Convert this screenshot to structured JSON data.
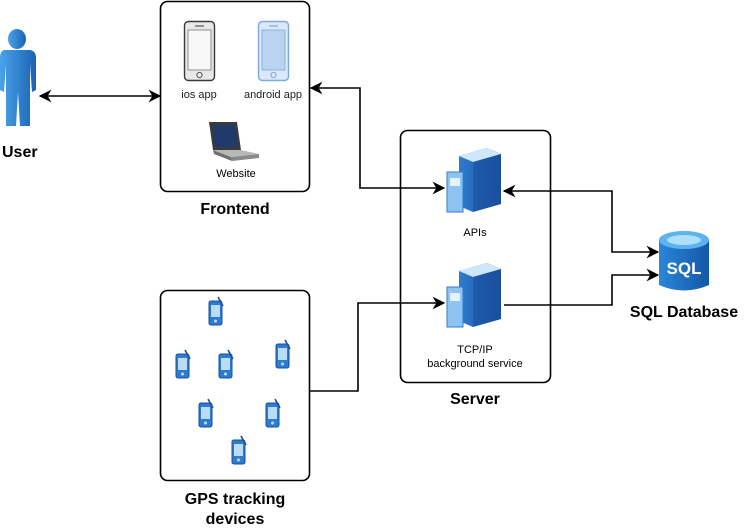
{
  "user": {
    "label": "User"
  },
  "frontend": {
    "title": "Frontend",
    "ios_label": "ios app",
    "android_label": "android app",
    "website_label": "Website"
  },
  "server": {
    "title": "Server",
    "apis_label": "APIs",
    "tcp_label_line1": "TCP/IP",
    "tcp_label_line2": "background service"
  },
  "gps": {
    "title_line1": "GPS tracking",
    "title_line2": "devices"
  },
  "database": {
    "label": "SQL Database",
    "icon_text": "SQL"
  },
  "colors": {
    "box_stroke": "#000000",
    "server_blue": "#3b7fd1",
    "server_light": "#a9d3f5",
    "db_blue": "#1d6fc2",
    "phone_gray": "#5a5a5a",
    "android_blue": "#7fa8dc"
  }
}
